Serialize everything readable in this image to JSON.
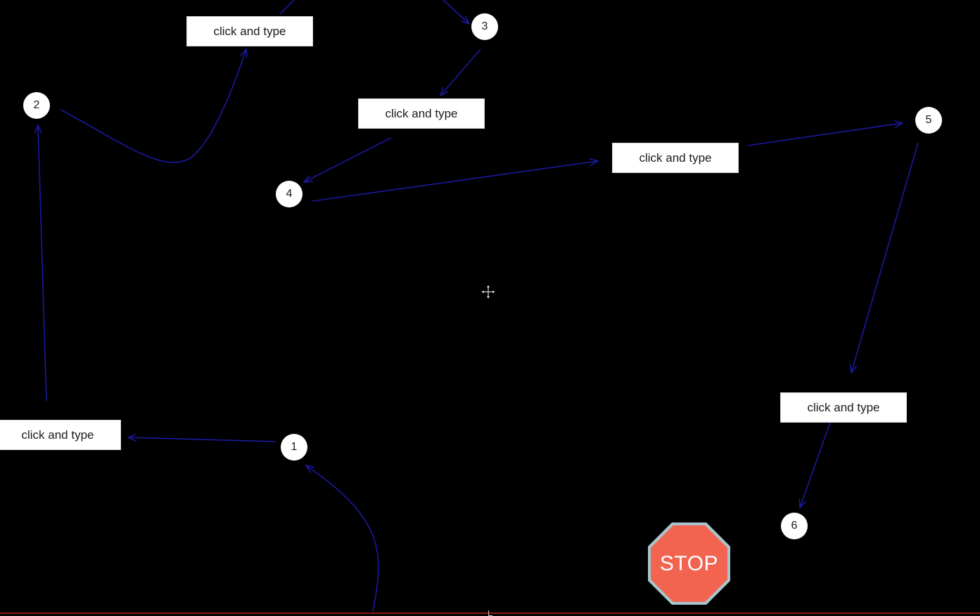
{
  "flow": {
    "nodes": [
      {
        "label": "1"
      },
      {
        "label": "2"
      },
      {
        "label": "3"
      },
      {
        "label": "4"
      },
      {
        "label": "5"
      },
      {
        "label": "6"
      }
    ],
    "actions": [
      {
        "label": "click and type"
      },
      {
        "label": "click and type"
      },
      {
        "label": "click and type"
      },
      {
        "label": "click and type"
      },
      {
        "label": "click and type"
      }
    ],
    "stop_label": "STOP"
  },
  "colors": {
    "background": "#000000",
    "connector": "#1a1aa0",
    "node_fill": "#ffffff",
    "stop_fill": "#f26450",
    "stop_border": "#a9c4cc"
  },
  "icons": {
    "cursor": "move-cursor-icon",
    "stop": "stop-sign-icon"
  }
}
